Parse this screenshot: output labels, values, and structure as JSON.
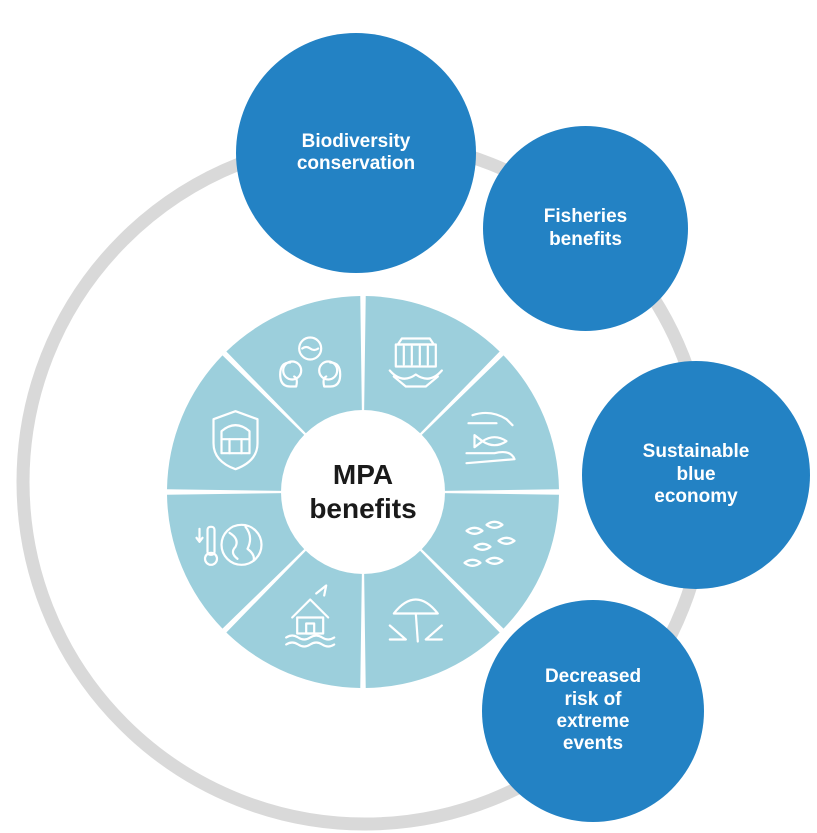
{
  "center": {
    "label": "MPA\nbenefits"
  },
  "benefits": [
    {
      "label": "Biodiversity\nconservation"
    },
    {
      "label": "Fisheries\nbenefits"
    },
    {
      "label": "Sustainable\nblue\neconomy"
    },
    {
      "label": "Decreased\nrisk of\nextreme\nevents"
    }
  ],
  "icons": [
    "cultural-heritage-hands-icon",
    "hand-holding-fish-icon",
    "fish-school-icon",
    "beach-umbrella-chairs-icon",
    "flooded-house-icon",
    "thermometer-globe-icon",
    "protected-gate-shield-icon",
    "people-with-waves-icon"
  ],
  "colors": {
    "bubble": "#2382c4",
    "wheel": "#9ccfdc",
    "ring": "#d9d9d9",
    "center_text": "#1a1a1a"
  }
}
